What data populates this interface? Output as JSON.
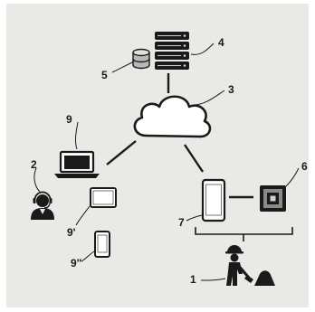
{
  "colors": {
    "paper": "#e9e9e6",
    "ink": "#1a1a1a",
    "mid_gray": "#8a8a8a"
  },
  "diagram": {
    "labels": {
      "server": "4",
      "database": "5",
      "cloud": "3",
      "laptop": "9",
      "operator": "2",
      "tablet": "9'",
      "phone_remote": "9\"",
      "tablet_field": "7",
      "sensor": "6",
      "worker": "1"
    },
    "icons": {
      "server": "server-rack-icon",
      "database": "database-cylinder-icon",
      "cloud": "cloud-icon",
      "laptop": "laptop-icon",
      "operator": "headset-operator-icon",
      "tablet": "tablet-icon",
      "phone_remote": "smartphone-icon",
      "tablet_field": "tablet-device-icon",
      "sensor": "rfid-sensor-tag-icon",
      "worker": "construction-worker-icon"
    }
  }
}
